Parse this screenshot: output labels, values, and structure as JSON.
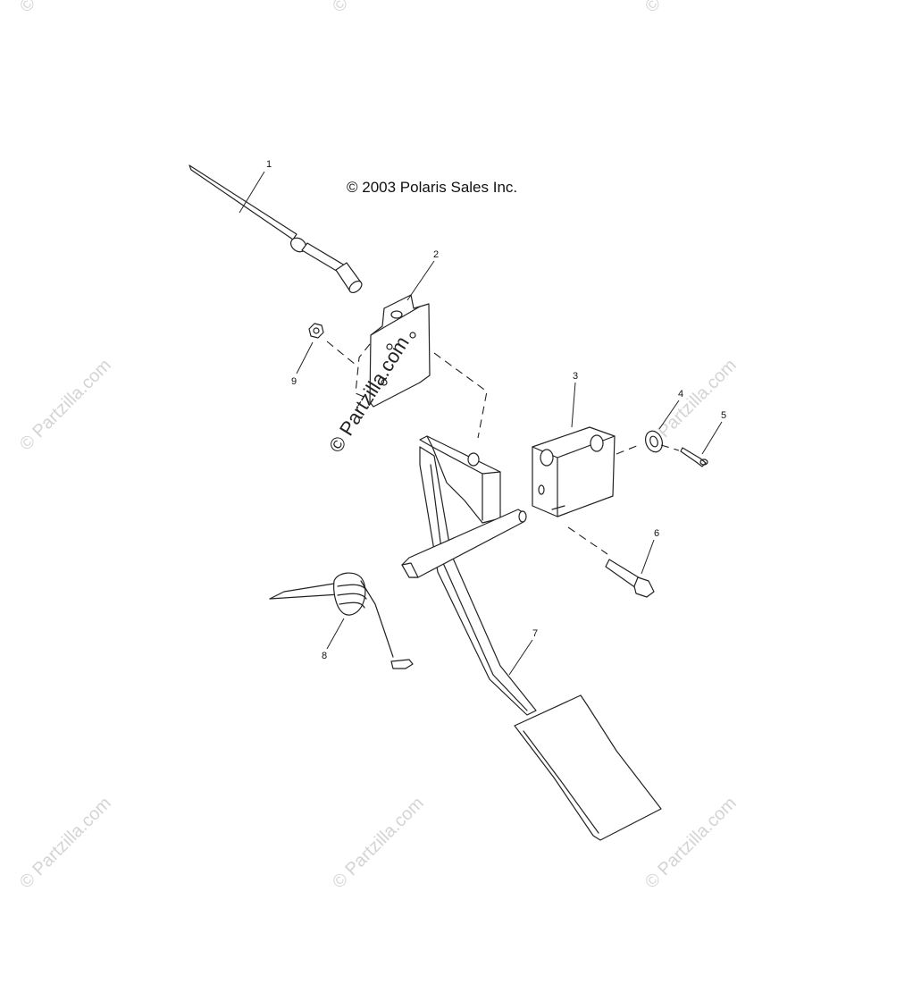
{
  "copyright": "© 2003 Polaris Sales Inc.",
  "watermark": "© Partzilla.com",
  "callouts": [
    "1",
    "2",
    "3",
    "4",
    "5",
    "6",
    "7",
    "8",
    "9"
  ]
}
